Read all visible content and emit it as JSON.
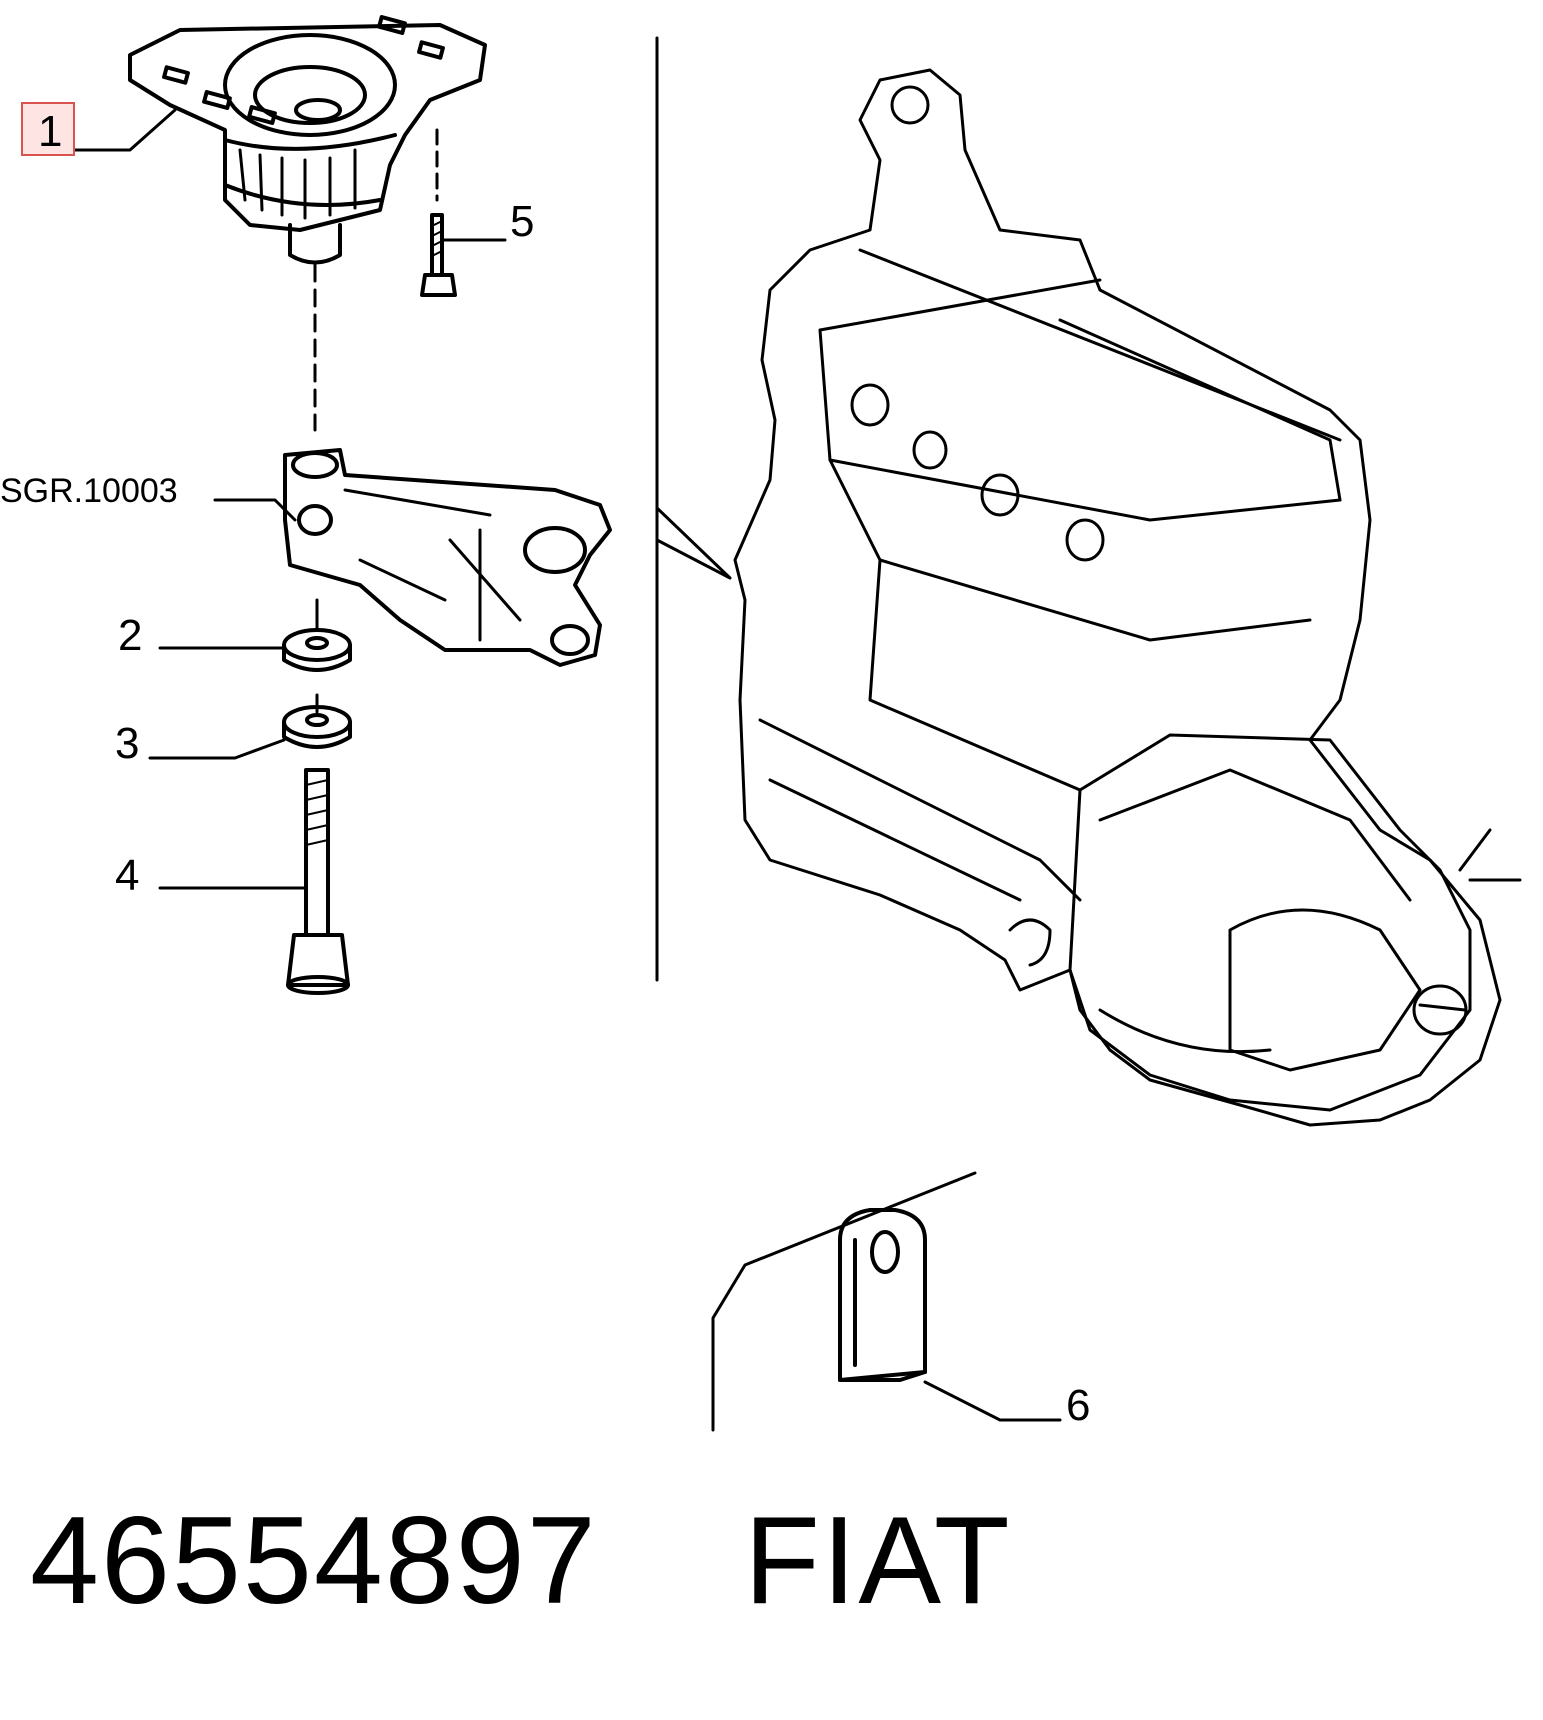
{
  "callouts": {
    "c1": "1",
    "c2": "2",
    "c3": "3",
    "c4": "4",
    "c5": "5",
    "c6": "6",
    "ref": "SGR.10003"
  },
  "footer": {
    "part_number": "46554897",
    "brand": "FIAT"
  },
  "colors": {
    "line": "#000000",
    "highlight_border": "#d9534f",
    "highlight_fill": "#ffe4e4"
  }
}
